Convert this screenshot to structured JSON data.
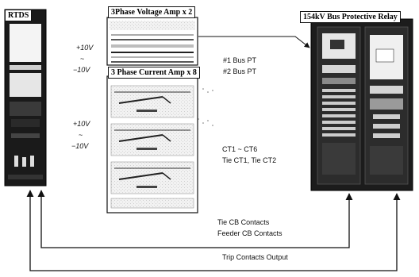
{
  "titles": {
    "rtds": "RTDS",
    "voltage_amp": "3Phase Voltage Amp x 2",
    "current_amp": "3 Phase Current Amp x 8",
    "relay": "154kV Bus Protective Relay"
  },
  "voltage_levels": {
    "upper_plus": "+10V",
    "upper_tilde": "~",
    "upper_minus": "−10V",
    "lower_plus": "+10V",
    "lower_tilde": "~",
    "lower_minus": "−10V"
  },
  "signals": {
    "bus_pt_1": "#1 Bus PT",
    "bus_pt_2": "#2 Bus PT",
    "ct_1": "CT1 ~ CT6",
    "ct_2": "Tie CT1, Tie CT2",
    "contacts_1": "Tie CB Contacts",
    "contacts_2": "Feeder CB Contacts",
    "trip": "Trip Contacts Output"
  }
}
